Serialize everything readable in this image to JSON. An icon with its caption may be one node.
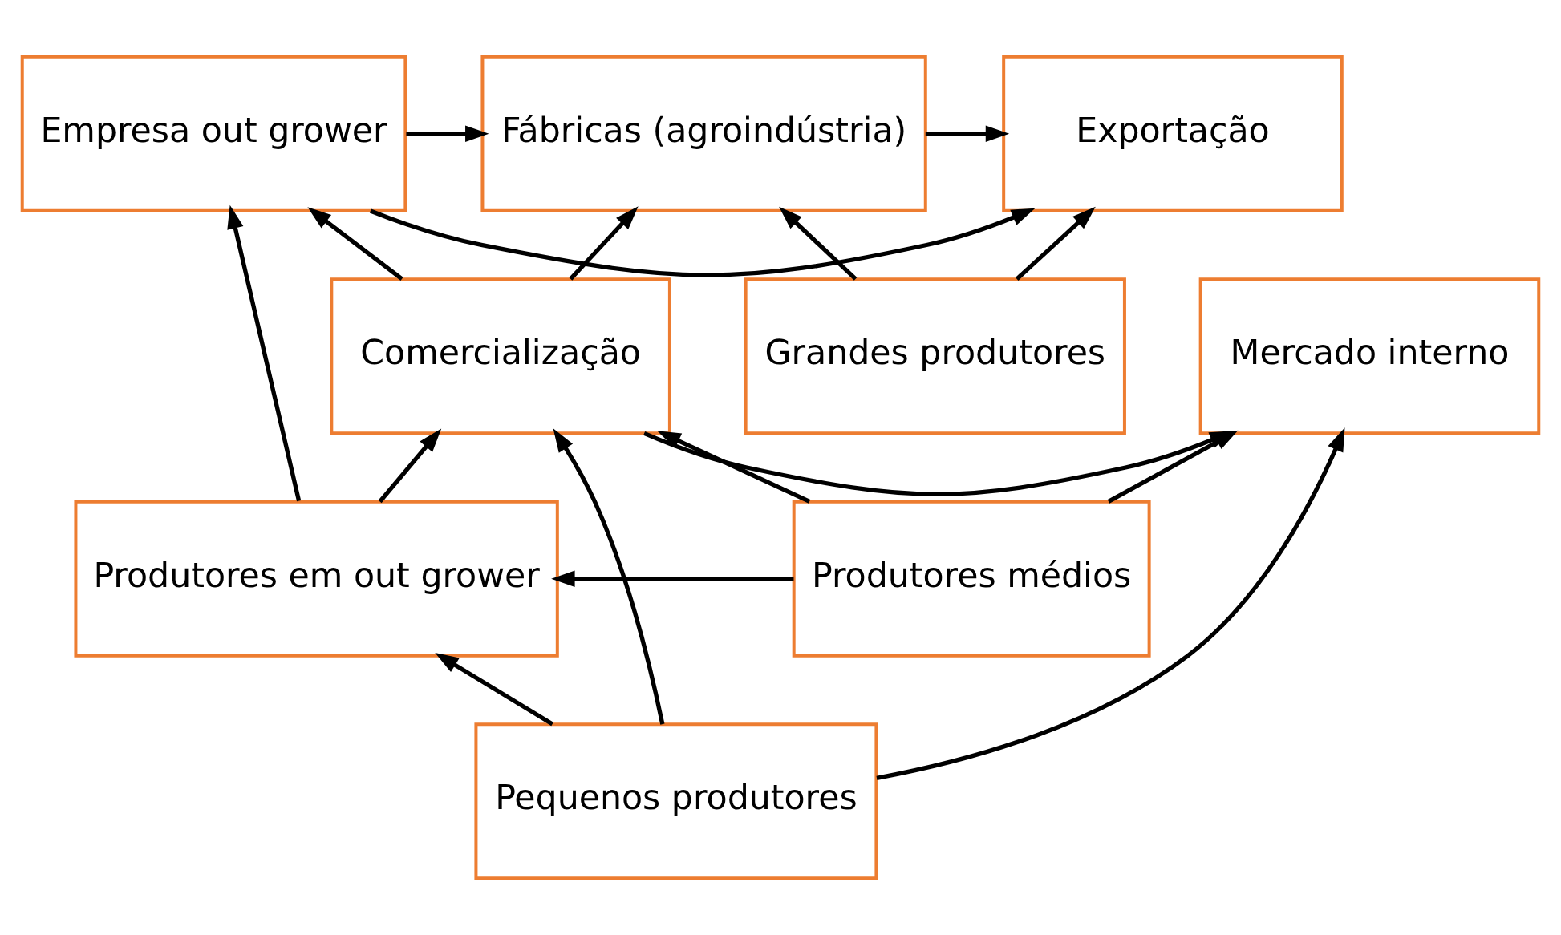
{
  "diagram": {
    "nodes": [
      {
        "text": [
          "Empresa out grower"
        ]
      },
      {
        "text": [
          "Fábricas (agroindústria)"
        ]
      },
      {
        "text": [
          "Exportação"
        ]
      },
      {
        "text": [
          "Grandes produtores"
        ]
      },
      {
        "text": [
          "Comercialização"
        ]
      },
      {
        "text": [
          "Mercado interno"
        ]
      },
      {
        "text": [
          "Produtores em out grower"
        ]
      },
      {
        "text": [
          "Produtores médios"
        ]
      },
      {
        "text": [
          "Pequenos produtores"
        ]
      }
    ],
    "edges": [
      {
        "from": 0,
        "to": 2,
        "arrow": "to"
      },
      {
        "from": 0,
        "to": 1,
        "arrow": "to"
      },
      {
        "from": 1,
        "to": 2,
        "arrow": "to"
      },
      {
        "from": 3,
        "to": 1,
        "arrow": "to"
      },
      {
        "from": 3,
        "to": 2,
        "arrow": "to"
      },
      {
        "from": 4,
        "to": 0,
        "arrow": "to"
      },
      {
        "from": 4,
        "to": 1,
        "arrow": "to"
      },
      {
        "from": 4,
        "to": 5,
        "arrow": "to"
      },
      {
        "from": 6,
        "to": 4,
        "arrow": "to"
      },
      {
        "from": 6,
        "to": 0,
        "arrow": "to"
      },
      {
        "from": 7,
        "to": 4,
        "arrow": "to"
      },
      {
        "from": 7,
        "to": 6,
        "arrow": "to"
      },
      {
        "from": 7,
        "to": 5,
        "arrow": "to"
      },
      {
        "from": 8,
        "to": 4,
        "arrow": "to"
      },
      {
        "from": 8,
        "to": 6,
        "arrow": "to"
      },
      {
        "from": 8,
        "to": 5,
        "arrow": "to"
      }
    ]
  }
}
